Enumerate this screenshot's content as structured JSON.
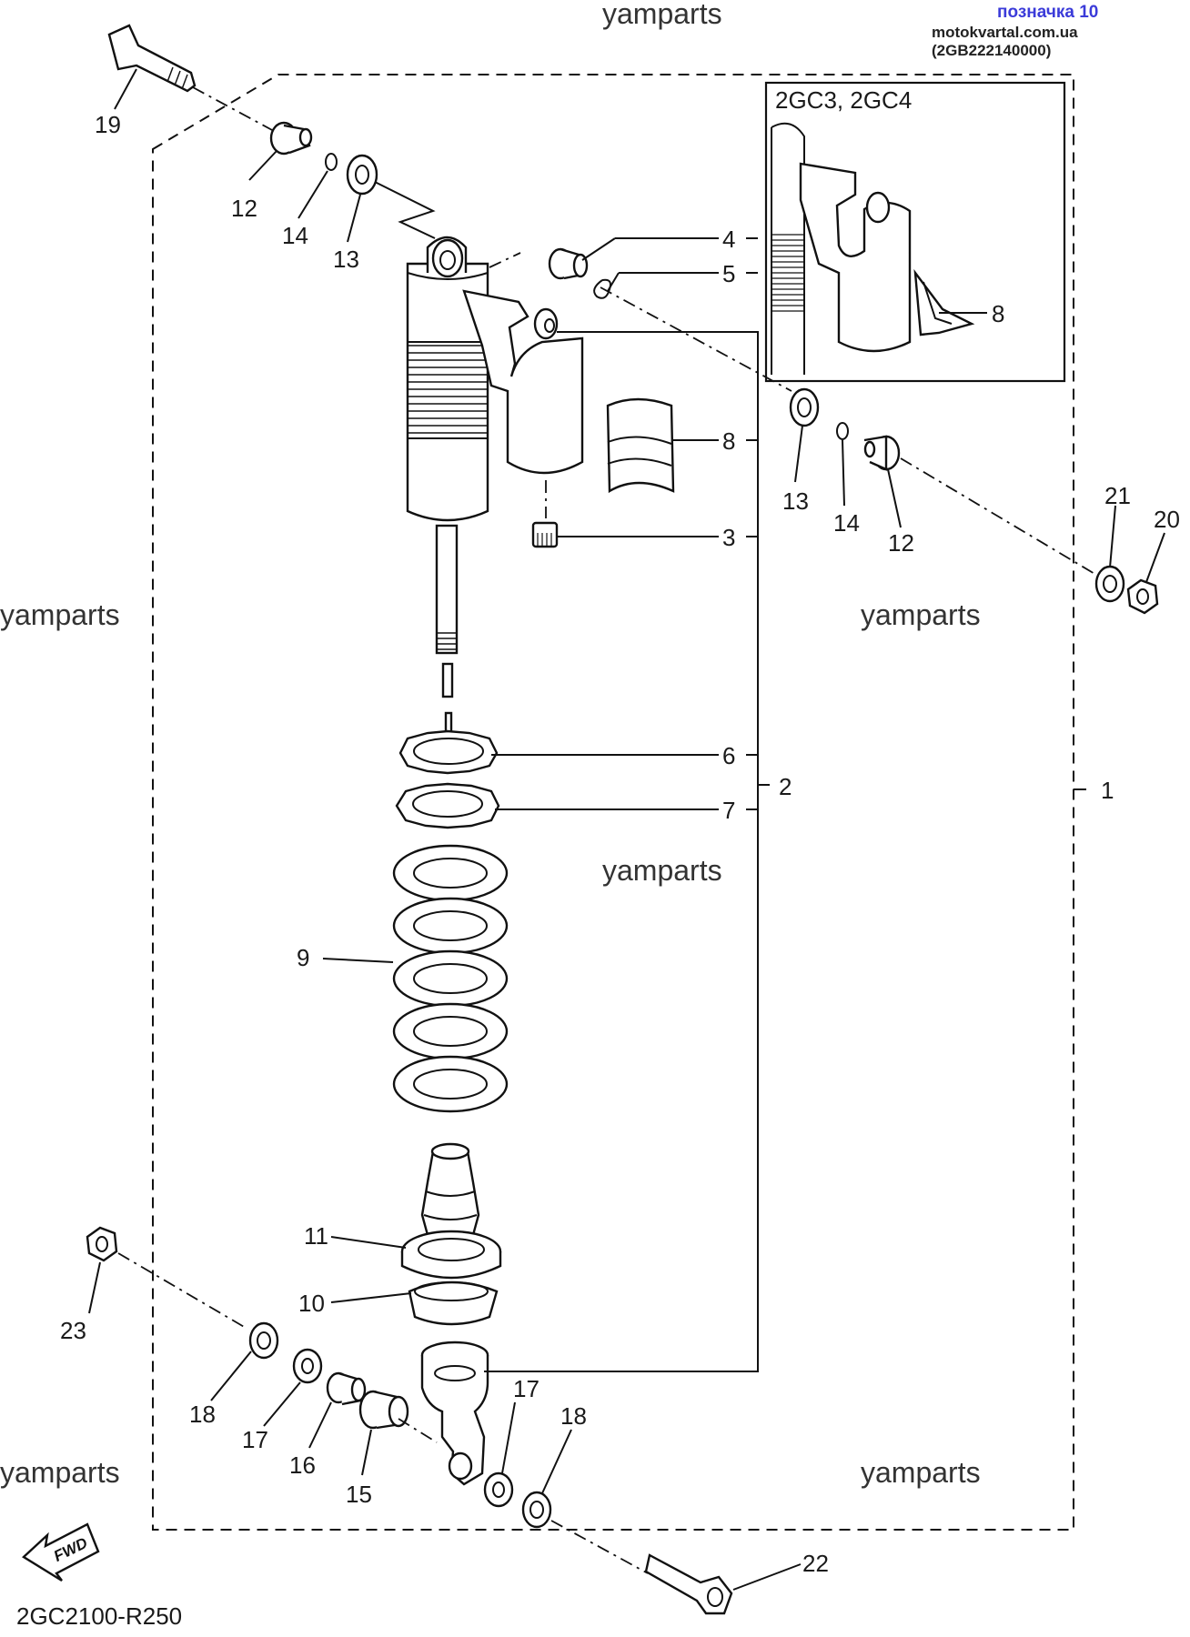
{
  "header": {
    "badge": "позначка 10",
    "source": "motokvartal.com.ua (2GB222140000)"
  },
  "watermark": "yamparts",
  "inset": {
    "title": "2GC3, 2GC4",
    "part": "8"
  },
  "fwd_label": "FWD",
  "drawing_code": "2GC2100-R250",
  "callouts": [
    "1",
    "2",
    "3",
    "4",
    "5",
    "6",
    "7",
    "8",
    "9",
    "10",
    "11",
    "12",
    "13",
    "14",
    "15",
    "16",
    "17",
    "18",
    "19",
    "20",
    "21",
    "22",
    "23"
  ],
  "colors": {
    "badge": "#3b3bd9",
    "line": "#111111",
    "background": "#ffffff"
  }
}
